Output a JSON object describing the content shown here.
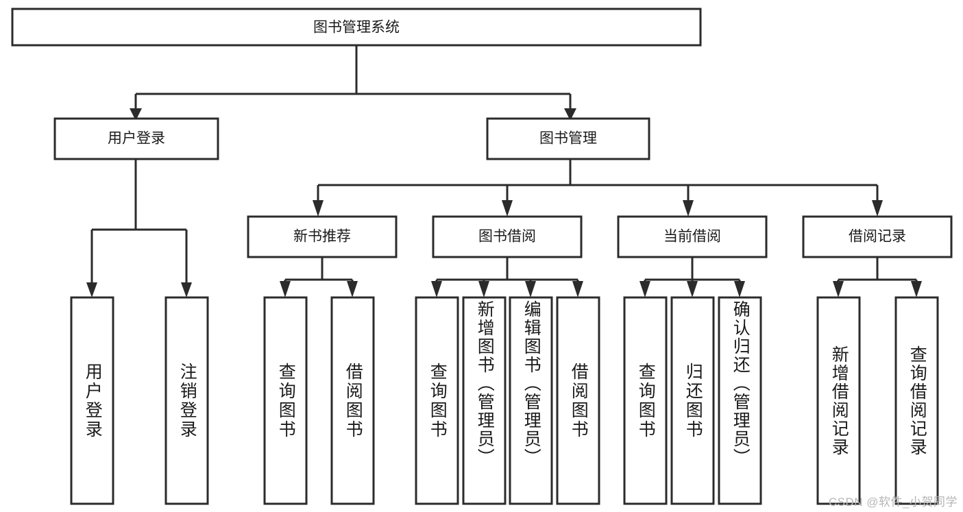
{
  "diagram": {
    "type": "tree-hierarchy-chart",
    "title": "图书管理系统",
    "watermark": "CSDN @软件_小贺同学",
    "colors": {
      "stroke": "#2b2b2b",
      "fill": "#ffffff",
      "text": "#1a1a1a",
      "watermark": "#b6b6b6"
    },
    "levels": [
      {
        "level": 1,
        "nodes": [
          {
            "id": "root",
            "label": "图书管理系统",
            "orientation": "horizontal"
          }
        ]
      },
      {
        "level": 2,
        "nodes": [
          {
            "id": "login",
            "label": "用户登录",
            "orientation": "horizontal",
            "parent": "root"
          },
          {
            "id": "bookmgmt",
            "label": "图书管理",
            "orientation": "horizontal",
            "parent": "root"
          }
        ]
      },
      {
        "level": 3,
        "nodes": [
          {
            "id": "newbook",
            "label": "新书推荐",
            "orientation": "horizontal",
            "parent": "bookmgmt"
          },
          {
            "id": "borrow",
            "label": "图书借阅",
            "orientation": "horizontal",
            "parent": "bookmgmt"
          },
          {
            "id": "current",
            "label": "当前借阅",
            "orientation": "horizontal",
            "parent": "bookmgmt"
          },
          {
            "id": "records",
            "label": "借阅记录",
            "orientation": "horizontal",
            "parent": "bookmgmt"
          }
        ]
      },
      {
        "level": 4,
        "nodes": [
          {
            "id": "leaf-user-login",
            "label": "用户登录",
            "orientation": "vertical",
            "parent": "login"
          },
          {
            "id": "leaf-user-logout",
            "label": "注销登录",
            "orientation": "vertical",
            "parent": "login"
          },
          {
            "id": "leaf-new-query",
            "label": "查询图书",
            "orientation": "vertical",
            "parent": "newbook"
          },
          {
            "id": "leaf-new-borrow",
            "label": "借阅图书",
            "orientation": "vertical",
            "parent": "newbook"
          },
          {
            "id": "leaf-borrow-query",
            "label": "查询图书",
            "orientation": "vertical",
            "parent": "borrow"
          },
          {
            "id": "leaf-borrow-add",
            "label": "新增图书（管理员）",
            "orientation": "vertical",
            "parent": "borrow"
          },
          {
            "id": "leaf-borrow-edit",
            "label": "编辑图书（管理员）",
            "orientation": "vertical",
            "parent": "borrow"
          },
          {
            "id": "leaf-borrow-lend",
            "label": "借阅图书",
            "orientation": "vertical",
            "parent": "borrow"
          },
          {
            "id": "leaf-current-query",
            "label": "查询图书",
            "orientation": "vertical",
            "parent": "current"
          },
          {
            "id": "leaf-current-return",
            "label": "归还图书",
            "orientation": "vertical",
            "parent": "current"
          },
          {
            "id": "leaf-current-confirm",
            "label": "确认归还（管理员）",
            "orientation": "vertical",
            "parent": "current"
          },
          {
            "id": "leaf-records-add",
            "label": "新增借阅记录",
            "orientation": "vertical",
            "parent": "records"
          },
          {
            "id": "leaf-records-query",
            "label": "查询借阅记录",
            "orientation": "vertical",
            "parent": "records"
          }
        ]
      }
    ]
  }
}
